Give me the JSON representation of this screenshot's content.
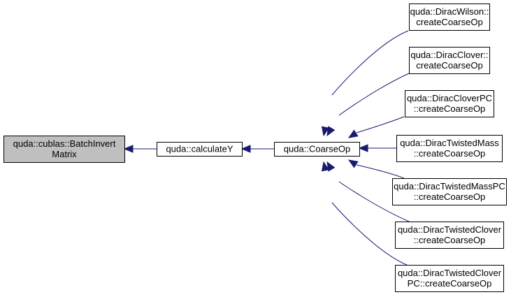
{
  "diagram": {
    "colors": {
      "edge": "#191970",
      "highlighted_fill": "#bfbfbf",
      "node_fill": "#ffffff",
      "border": "#000000"
    },
    "nodes": [
      {
        "id": "batchinvert",
        "lines": [
          "quda::cublas::BatchInvert",
          "Matrix"
        ],
        "highlighted": true
      },
      {
        "id": "calculatey",
        "lines": [
          "quda::calculateY"
        ]
      },
      {
        "id": "coarseop",
        "lines": [
          "quda::CoarseOp"
        ]
      },
      {
        "id": "wilson",
        "lines": [
          "quda::DiracWilson::",
          "createCoarseOp"
        ]
      },
      {
        "id": "clover",
        "lines": [
          "quda::DiracClover::",
          "createCoarseOp"
        ]
      },
      {
        "id": "cloverpc",
        "lines": [
          "quda::DiracCloverPC",
          "::createCoarseOp"
        ]
      },
      {
        "id": "twistedmass",
        "lines": [
          "quda::DiracTwistedMass",
          "::createCoarseOp"
        ]
      },
      {
        "id": "twistedmasspc",
        "lines": [
          "quda::DiracTwistedMassPC",
          "::createCoarseOp"
        ]
      },
      {
        "id": "twistedclover",
        "lines": [
          "quda::DiracTwistedClover",
          "::createCoarseOp"
        ]
      },
      {
        "id": "twistedcloverpc",
        "lines": [
          "quda::DiracTwistedClover",
          "PC::createCoarseOp"
        ]
      }
    ],
    "edges": [
      {
        "from": "calculatey",
        "to": "batchinvert"
      },
      {
        "from": "coarseop",
        "to": "calculatey"
      },
      {
        "from": "wilson",
        "to": "coarseop"
      },
      {
        "from": "clover",
        "to": "coarseop"
      },
      {
        "from": "cloverpc",
        "to": "coarseop"
      },
      {
        "from": "twistedmass",
        "to": "coarseop"
      },
      {
        "from": "twistedmasspc",
        "to": "coarseop"
      },
      {
        "from": "twistedclover",
        "to": "coarseop"
      },
      {
        "from": "twistedcloverpc",
        "to": "coarseop"
      }
    ]
  }
}
